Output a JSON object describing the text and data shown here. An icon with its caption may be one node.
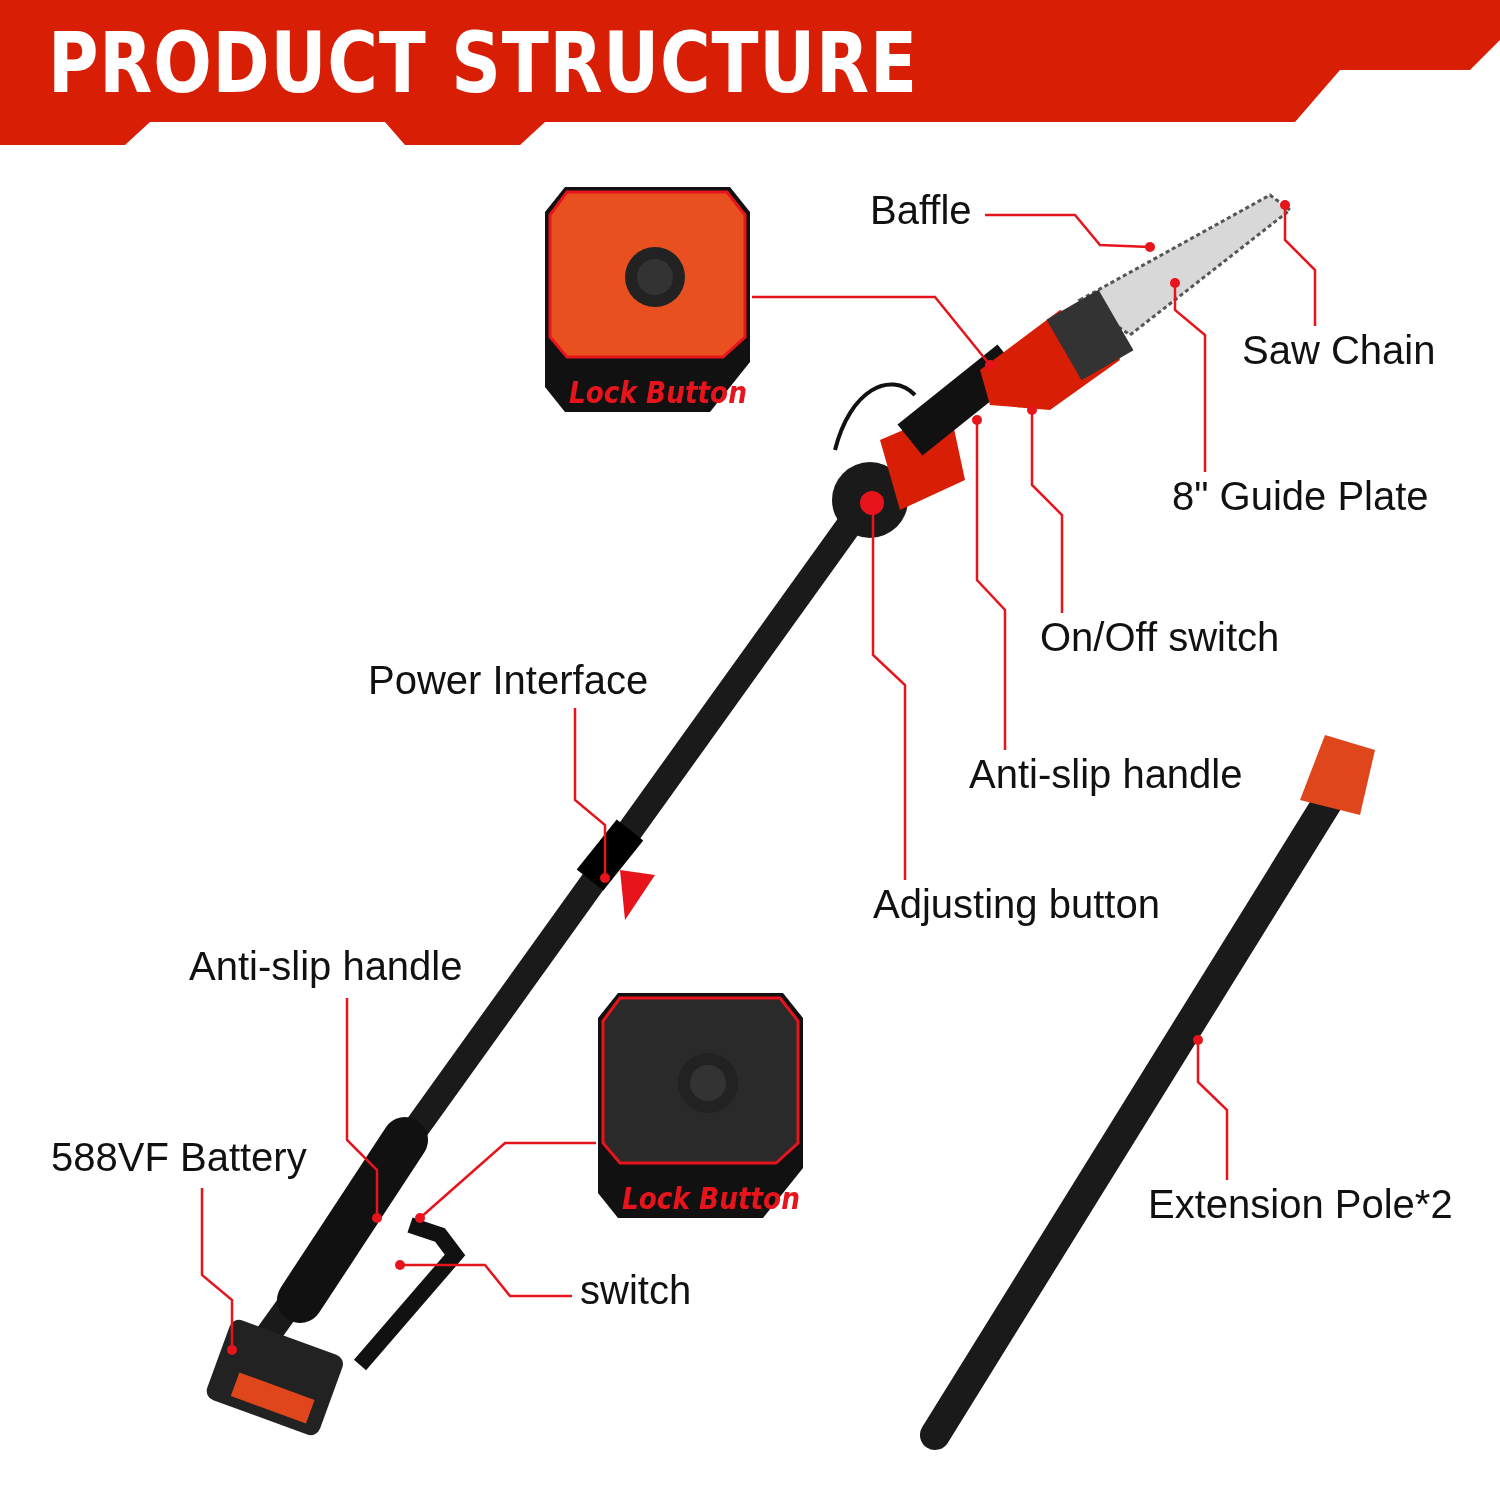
{
  "diagram": {
    "title": "PRODUCT STRUCTURE",
    "nodes": [
      {
        "text": [
          "Lock Button"
        ]
      },
      {
        "text": [
          "Baffle"
        ]
      },
      {
        "text": [
          "Saw Chain"
        ]
      },
      {
        "text": [
          "8\" Guide Plate"
        ]
      },
      {
        "text": [
          "On/Off switch"
        ]
      },
      {
        "text": [
          "Power Interface"
        ]
      },
      {
        "text": [
          "Anti-slip handle"
        ]
      },
      {
        "text": [
          "Adjusting button"
        ]
      },
      {
        "text": [
          "Anti-slip handle"
        ]
      },
      {
        "text": [
          "Lock Button"
        ]
      },
      {
        "text": [
          "588VF Battery"
        ]
      },
      {
        "text": [
          "Extension Pole*2"
        ]
      },
      {
        "text": [
          "switch"
        ]
      }
    ],
    "edges": [
      {
        "from": 0,
        "to": null,
        "arrow": "other"
      },
      {
        "from": 1,
        "to": null,
        "arrow": "other"
      },
      {
        "from": 2,
        "to": null,
        "arrow": "other"
      },
      {
        "from": 3,
        "to": null,
        "arrow": "other"
      },
      {
        "from": 4,
        "to": null,
        "arrow": "other"
      },
      {
        "from": 5,
        "to": null,
        "arrow": "other"
      },
      {
        "from": 6,
        "to": null,
        "arrow": "other"
      },
      {
        "from": 7,
        "to": null,
        "arrow": "other"
      },
      {
        "from": 8,
        "to": null,
        "arrow": "other"
      },
      {
        "from": 9,
        "to": null,
        "arrow": "other"
      },
      {
        "from": 10,
        "to": null,
        "arrow": "other"
      },
      {
        "from": 11,
        "to": null,
        "arrow": "other"
      },
      {
        "from": 12,
        "to": null,
        "arrow": "other"
      }
    ]
  }
}
